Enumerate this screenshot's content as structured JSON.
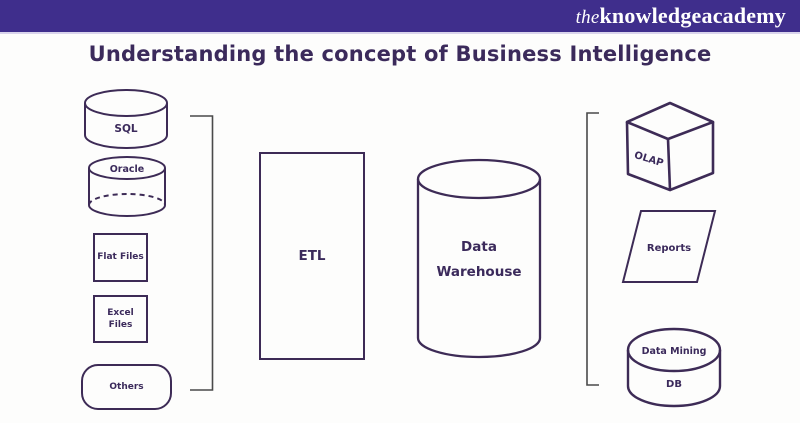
{
  "header": {
    "logo_the": "the",
    "logo_knowledge": "knowledge",
    "logo_academy": "academy"
  },
  "title": "Understanding the concept of Business Intelligence",
  "colors": {
    "header_bg": "#3F2E8C",
    "title_text": "#3B2A5B",
    "shape_stroke": "#3D2B56",
    "bracket": "#4A4A4A",
    "background": "#FDFDFC",
    "logo_text": "#FFFFFF"
  },
  "diagram": {
    "sources": {
      "sql": "SQL",
      "oracle": "Oracle",
      "flat_files": "Flat Files",
      "excel_line1": "Excel",
      "excel_line2": "Files",
      "others": "Others"
    },
    "etl": "ETL",
    "warehouse": {
      "line1": "Data",
      "line2": "Warehouse"
    },
    "outputs": {
      "olap": "OLAP",
      "reports": "Reports",
      "mining_top": "Data Mining",
      "mining_db": "DB"
    }
  }
}
